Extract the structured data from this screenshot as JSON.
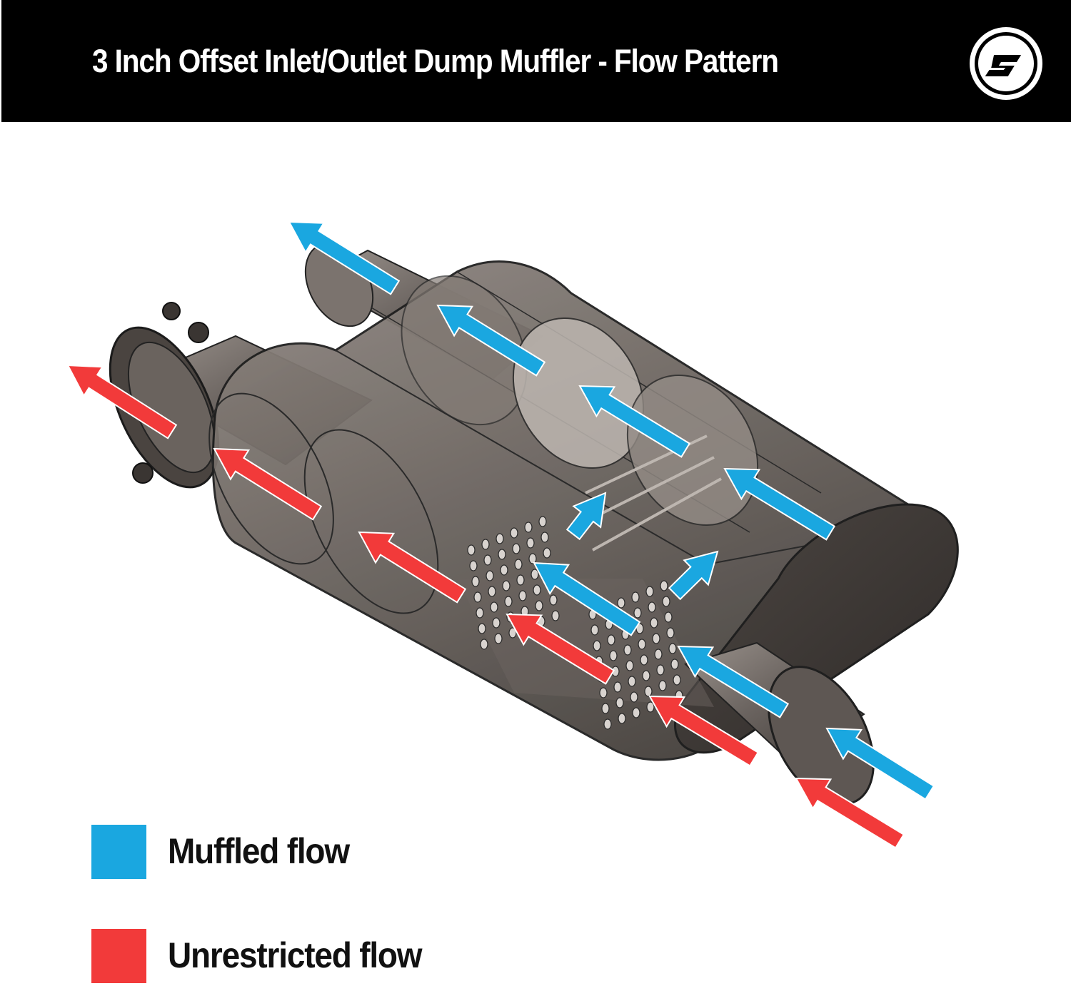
{
  "header": {
    "title": "3 Inch Offset Inlet/Outlet Dump Muffler - Flow Pattern",
    "logo_icon": "brand-s-logo-icon"
  },
  "colors": {
    "header_bg": "#000000",
    "muffled": "#1aa7e0",
    "unrestricted": "#f23a3a",
    "metal_dark": "#3f3a37",
    "metal_mid": "#6e6762",
    "metal_light": "#a59d97"
  },
  "legend": {
    "items": [
      {
        "label": "Muffled flow",
        "color": "#1aa7e0"
      },
      {
        "label": "Unrestricted flow",
        "color": "#f23a3a"
      }
    ]
  }
}
